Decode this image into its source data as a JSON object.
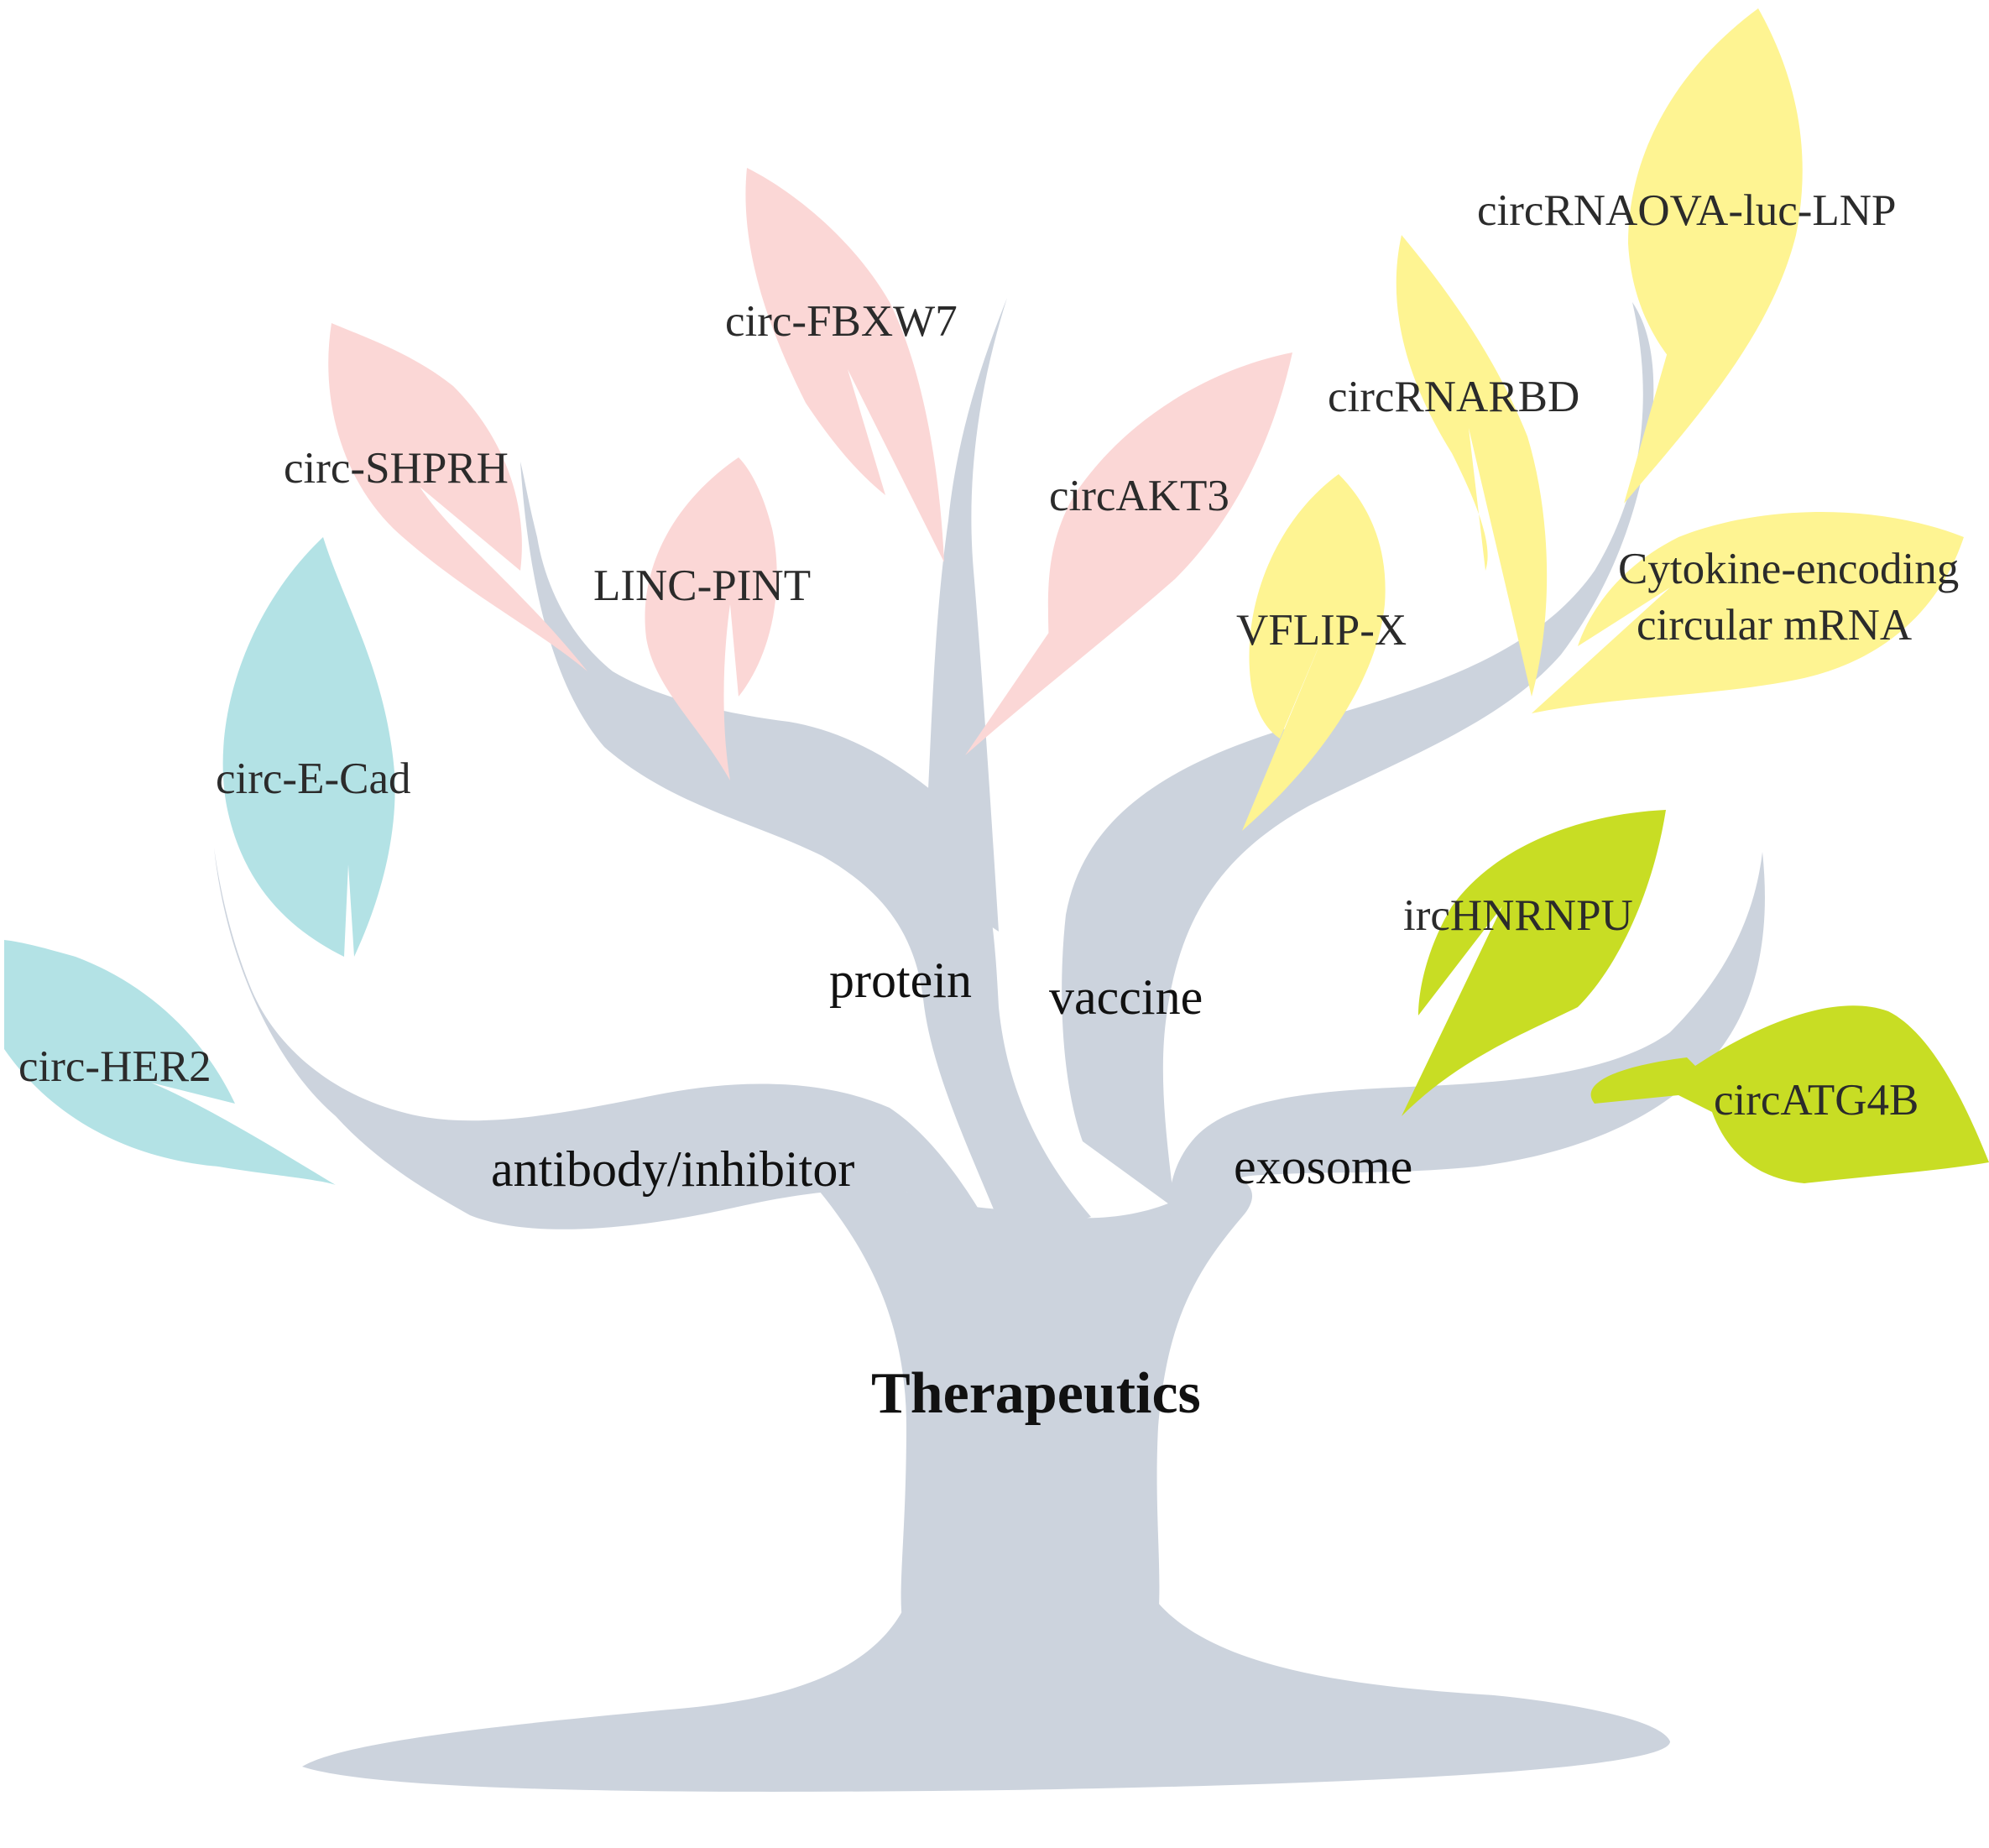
{
  "colors": {
    "tree": "#ccd3dd",
    "antibody_inhibitor": "#b3e2e5",
    "protein": "#fbd7d6",
    "vaccine": "#fef492",
    "exosome": "#c8dd24"
  },
  "root": {
    "label": "Therapeutics"
  },
  "branches": {
    "antibody_inhibitor": {
      "label": "antibody/inhibitor",
      "leaves": [
        "circ-E-Cad",
        "circ-HER2"
      ]
    },
    "protein": {
      "label": "protein",
      "leaves": [
        "circ-SHPRH",
        "LINC-PINT",
        "circ-FBXW7",
        "circAKT3"
      ]
    },
    "vaccine": {
      "label": "vaccine",
      "leaves": [
        "circRNAOVA-luc-LNP",
        "circRNARBD",
        "VFLIP-X",
        "Cytokine-encoding",
        "circular mRNA"
      ]
    },
    "exosome": {
      "label": "exosome",
      "leaves": [
        "ircHNRNPU",
        "circATG4B"
      ]
    }
  }
}
